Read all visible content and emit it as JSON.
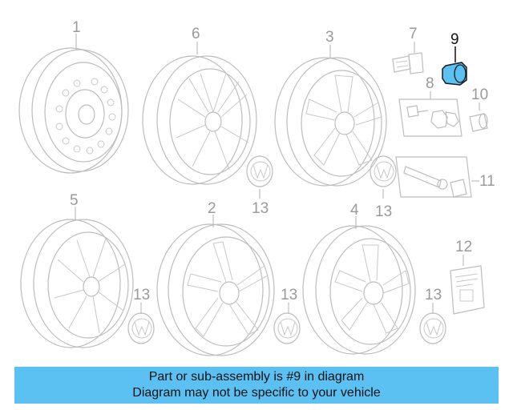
{
  "callouts": {
    "c1": "1",
    "c2": "2",
    "c3": "3",
    "c4": "4",
    "c5": "5",
    "c6": "6",
    "c7": "7",
    "c8": "8",
    "c9": "9",
    "c10": "10",
    "c11": "11",
    "c12": "12",
    "c13a": "13",
    "c13b": "13",
    "c13c": "13",
    "c13d": "13",
    "c13e": "13"
  },
  "highlight_color": "#5bc0f2",
  "banner": {
    "line1": "Part or sub-assembly is #9 in diagram",
    "line2": "Diagram may not be specific to your vehicle"
  }
}
